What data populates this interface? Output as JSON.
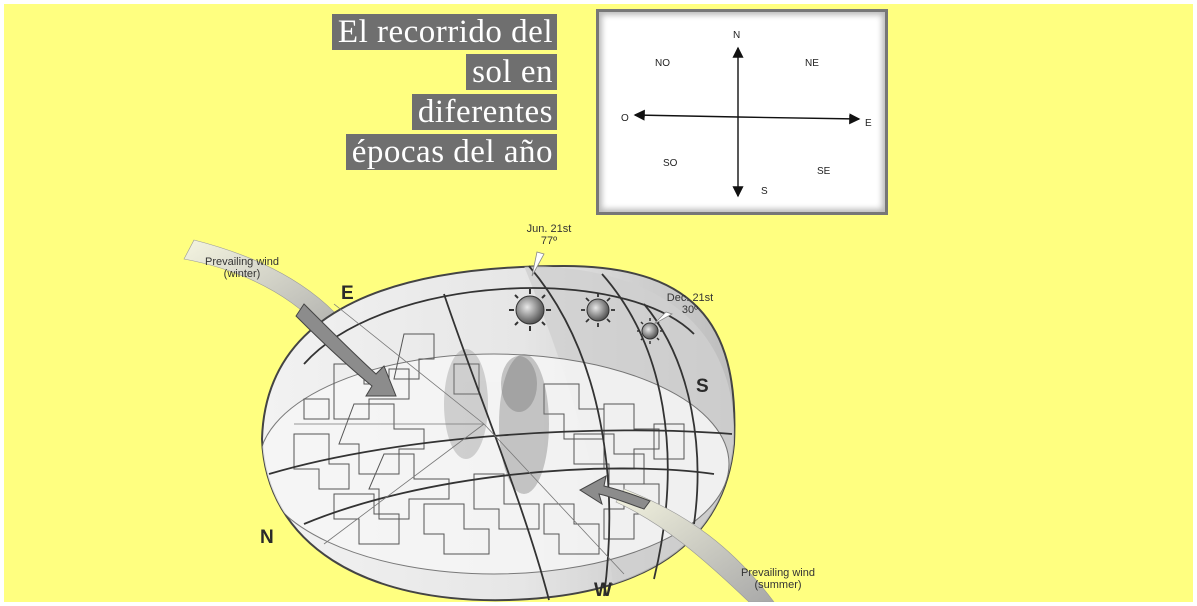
{
  "title": {
    "lines": [
      "El recorrido del",
      "sol en",
      "diferentes",
      "épocas del año"
    ]
  },
  "compass": {
    "north": "N",
    "south": "S",
    "east": "E",
    "west": "O",
    "northwest": "NO",
    "northeast": "NE",
    "southwest": "SO",
    "southeast": "SE"
  },
  "diagram": {
    "wind_winter": [
      "Prevailing wind",
      "(winter)"
    ],
    "wind_summer": [
      "Prevailing wind",
      "(summer)"
    ],
    "jun": [
      "Jun. 21st",
      "77º"
    ],
    "dec": [
      "Dec. 21st",
      "30º"
    ],
    "dir_e": "E",
    "dir_s": "S",
    "dir_n": "N",
    "dir_w": "W"
  },
  "colors": {
    "background": "#ffff80",
    "title_bg": "#6f6f6f",
    "title_text": "#ffffff"
  }
}
